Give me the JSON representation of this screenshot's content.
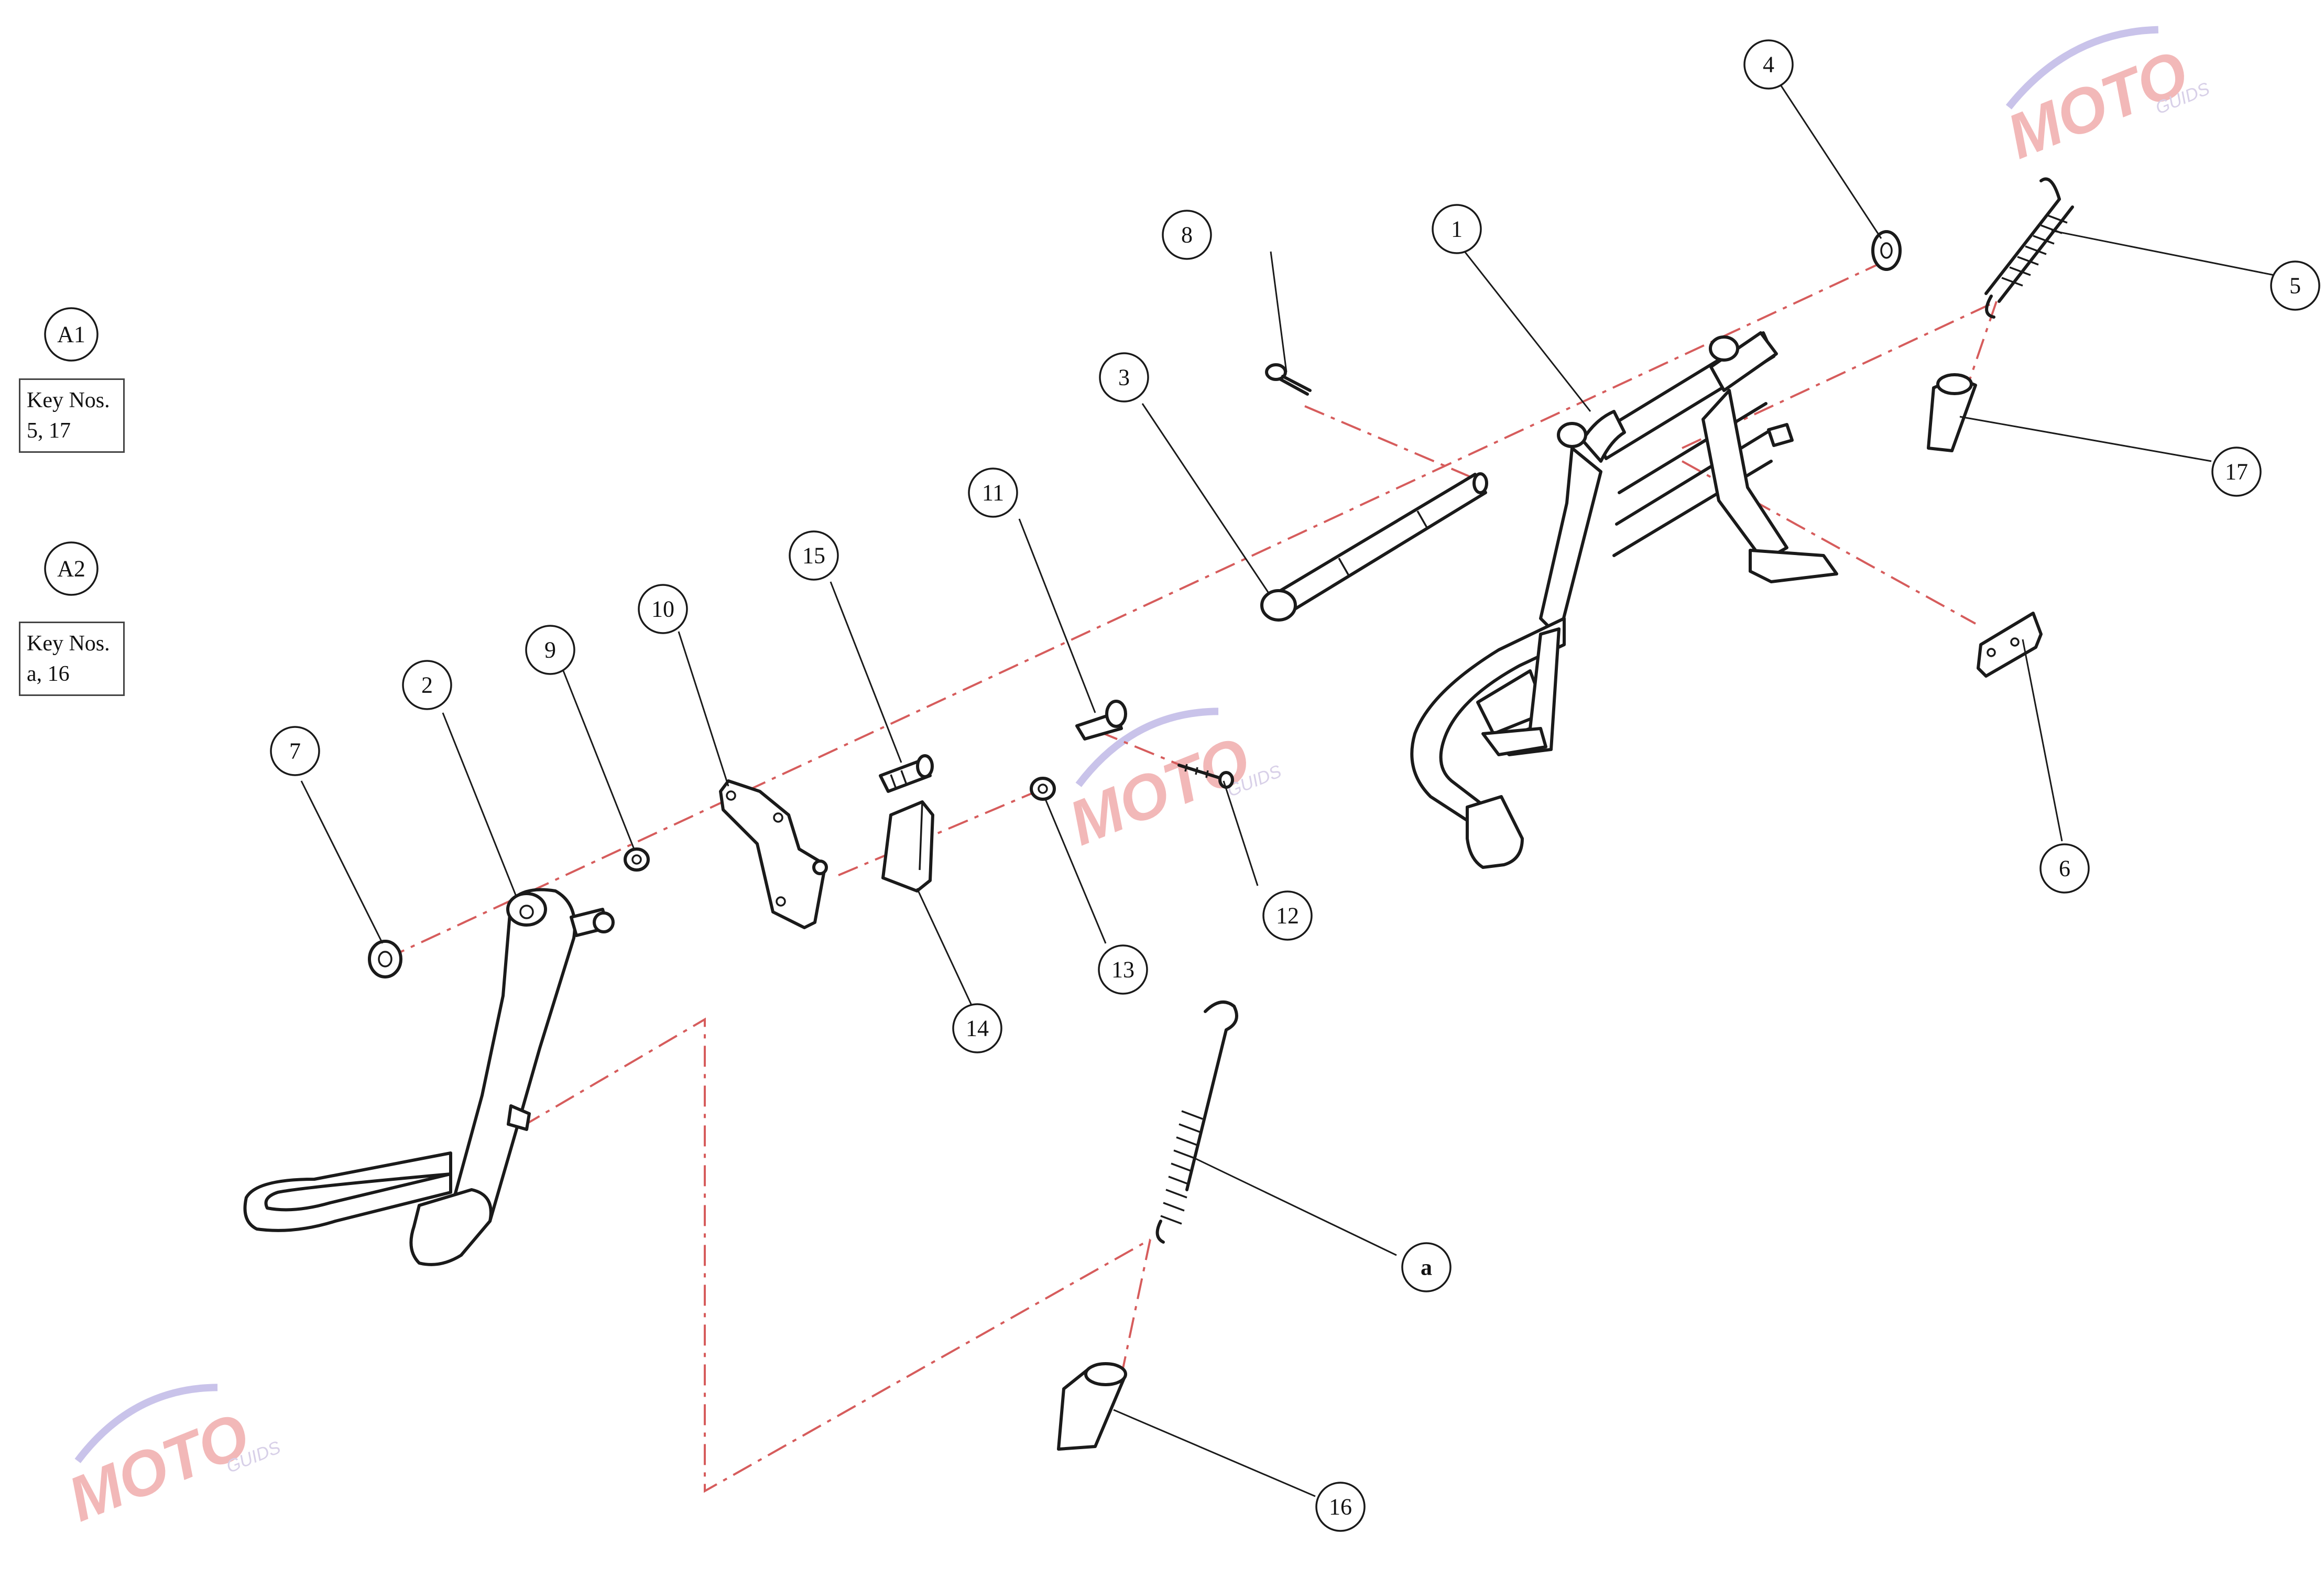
{
  "title": "",
  "watermark": {
    "text": "MOTO",
    "subtext": "GUIDS",
    "color": "#f2b8b8",
    "swoosh_color": "#c9c3ea"
  },
  "colors": {
    "line": "#1a1a1a",
    "dash": "#d65c5c",
    "background": "#ffffff"
  },
  "callouts": [
    {
      "label": "1"
    },
    {
      "label": "2"
    },
    {
      "label": "3"
    },
    {
      "label": "4"
    },
    {
      "label": "5"
    },
    {
      "label": "6"
    },
    {
      "label": "7"
    },
    {
      "label": "8"
    },
    {
      "label": "9"
    },
    {
      "label": "10"
    },
    {
      "label": "11"
    },
    {
      "label": "12"
    },
    {
      "label": "13"
    },
    {
      "label": "14"
    },
    {
      "label": "15"
    },
    {
      "label": "16"
    },
    {
      "label": "17"
    },
    {
      "label": "a"
    }
  ],
  "assemblies": [
    {
      "label": "A1",
      "key_nos": "Key Nos.\n5, 17"
    },
    {
      "label": "A2",
      "key_nos": "Key Nos.\na, 16"
    }
  ]
}
